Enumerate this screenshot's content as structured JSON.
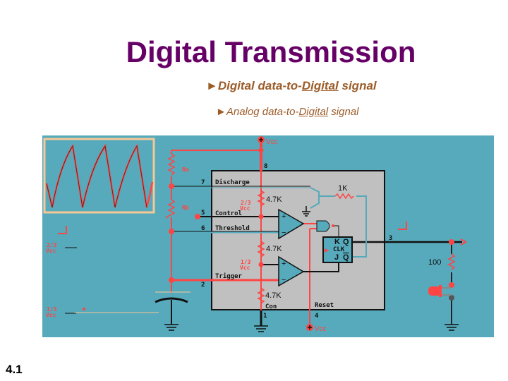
{
  "title": "Digital Transmission",
  "bullets": [
    {
      "arrow": "►",
      "pre": "Digital data-to-",
      "link": "Digital",
      "post": " signal"
    },
    {
      "arrow": "►",
      "pre": "Analog data-to-",
      "link": "Digital",
      "post": " signal"
    }
  ],
  "slide_number": "4.1",
  "diagram": {
    "vcc_top": "Vcc",
    "vcc_bottom": "Vcc",
    "ra": "Ra",
    "rb": "Rb",
    "pins": {
      "p8": "8",
      "p7": "7",
      "p5": "5",
      "p6": "6",
      "p2": "2",
      "p1": "1",
      "p4": "4",
      "p3": "3"
    },
    "discharge": "Discharge",
    "control": "Control",
    "threshold": "Threshold",
    "trigger": "Trigger",
    "r1": "4.7K",
    "r2": "4.7K",
    "r3": "4.7K",
    "two_thirds": "2/3",
    "two_thirds_vcc": "Vcc",
    "one_third": "1/3",
    "one_third_vcc": "Vcc",
    "con": "Con",
    "reset": "Reset",
    "r_1k": "1K",
    "r_100": "100",
    "ff_k": "K",
    "ff_q": "Q",
    "ff_clk": "CLK",
    "ff_j": "J",
    "ff_qbar": "Q",
    "left_two_thirds": "2/3",
    "left_two_thirds_vcc": "Vcc",
    "left_one_third": "1/3",
    "left_one_third_vcc": "Vcc"
  },
  "colors": {
    "title": "#660066",
    "bullet": "#9c5c28",
    "panel": "#56aabb",
    "wire_red": "#ff4444",
    "chip": "#c0c0c0"
  }
}
